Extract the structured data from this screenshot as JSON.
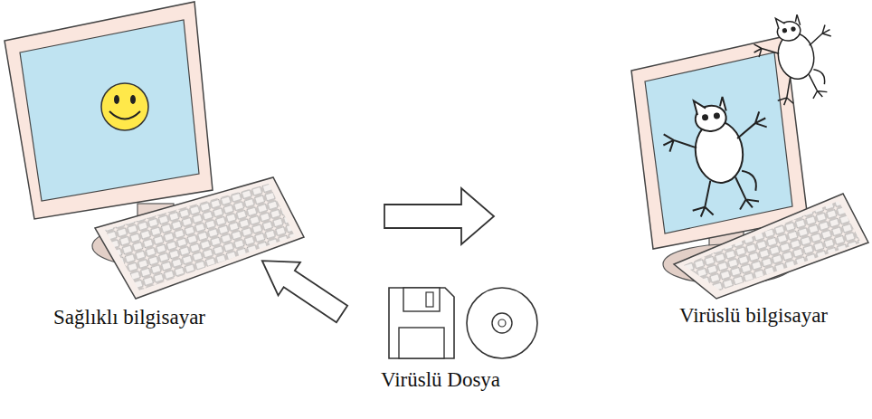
{
  "diagram": {
    "labels": [
      "Sağlıklı bilgisayar",
      "Virüslü bilgisayar",
      "Virüslü Dosya"
    ]
  }
}
